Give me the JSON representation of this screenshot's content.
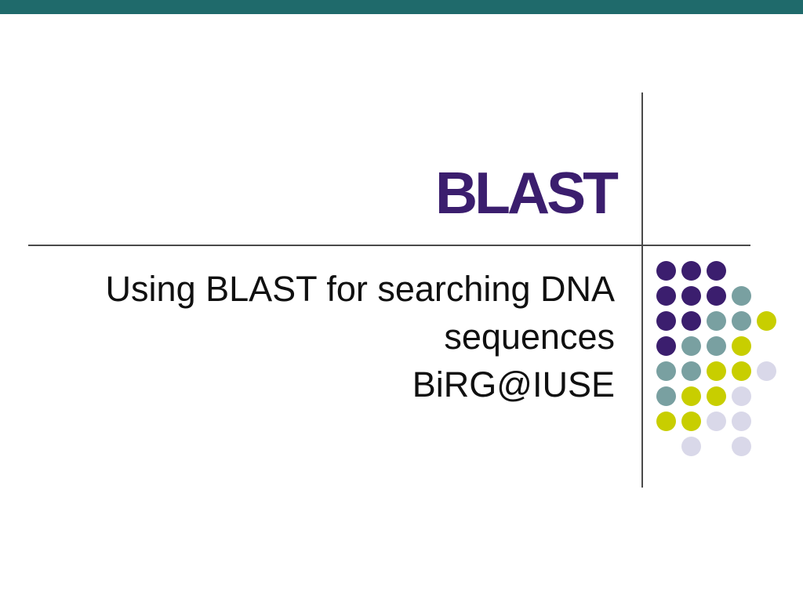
{
  "slide": {
    "title": "BLAST",
    "subtitle": {
      "line1": "Using BLAST for searching DNA",
      "line2": "sequences",
      "line3": "BiRG@IUSE"
    }
  },
  "colors": {
    "background": "#FFFFFF",
    "top_bar": "#1F6A6B",
    "title": "#3B1E6E",
    "subtitle_text": "#101010",
    "rule": "#4A4A4A",
    "dot_purple": "#3B1E6E",
    "dot_teal": "#79A0A1",
    "dot_yellow": "#C8CE00",
    "dot_lavender": "#D9D8E9"
  },
  "decoration": {
    "dot_grid": {
      "diameter": 25,
      "cols_x": [
        849,
        881,
        913,
        945,
        977
      ],
      "rows_y": [
        345,
        377,
        409,
        441,
        473,
        505,
        537,
        569
      ],
      "pattern": [
        "PPP..",
        "PPPT.",
        "PPTTY",
        "PTTY.",
        "TTYYL",
        "TYYL.",
        "YYLL.",
        ".L.L."
      ]
    }
  }
}
